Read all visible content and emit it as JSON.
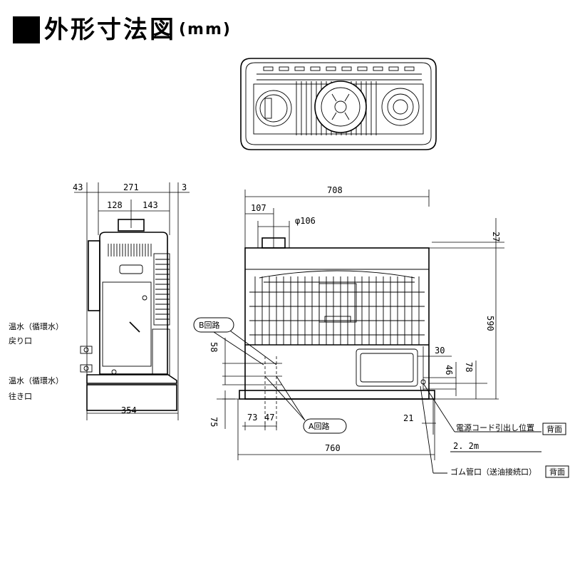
{
  "title": {
    "text": "外形寸法図",
    "unit": "(mm)"
  },
  "side_view": {
    "dim_left_offset": "43",
    "dim_width": "271",
    "dim_right_offset": "3",
    "dim_left_half": "128",
    "dim_right_half": "143",
    "dim_base_width": "354",
    "label_return_1": "温水（循環水）",
    "label_return_2": "戻り口",
    "label_supply_1": "温水（循環水）",
    "label_supply_2": "往き口"
  },
  "front_view": {
    "dim_width": "708",
    "dim_flue_offset": "107",
    "dim_flue_diameter": "φ106",
    "dim_top": "27",
    "dim_height": "590",
    "circuit_b": "B回路",
    "circuit_a": "A回路",
    "dim_58": "58",
    "dim_75": "75",
    "dim_73": "73",
    "dim_47": "47",
    "dim_30": "30",
    "dim_46": "46",
    "dim_78": "78",
    "dim_21": "21",
    "dim_base_width": "760",
    "power_cord_label": "電源コード引出し位置",
    "power_cord_tag": "背面",
    "power_cord_length": "2. 2m",
    "rubber_pipe_label": "ゴム管口（送油接続口）",
    "rubber_pipe_tag": "背面"
  }
}
